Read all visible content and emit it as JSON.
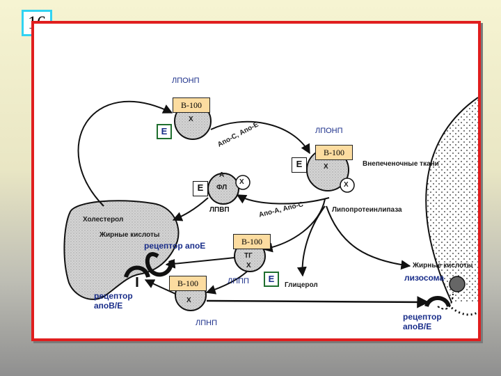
{
  "slide_number": "16",
  "labels": {
    "vldl_top": "ЛПОНП",
    "vldl_right": "ЛПОНП",
    "idl": "ЛППП",
    "ldl": "ЛПНП",
    "hdl": "ЛПВП",
    "apoe_receptor": "рецептор апоЕ",
    "apobe_receptor_left": "рецептор\nапоB/E",
    "apobe_receptor_right": "рецептор\nапоB/E",
    "lysosome": "лизосома",
    "b100": "B-100",
    "e": "E"
  },
  "scan_text": {
    "cholesterol": "Холестерол",
    "fatty_acids_liver": "Жирные кислоты",
    "extrahepatic": "Внепеченочные ткани",
    "lipoprotein_lipase": "Липопротеинлипаза",
    "fatty_acids_right": "Жирные кислоты",
    "glycerol": "Глицерол",
    "apo_c_e": "Апо-С, Апо-Е",
    "apo_a_c": "Апо-А,  Апо-С",
    "x": "Х",
    "fl": "ФЛ",
    "a": "А",
    "tg": "ТГ"
  },
  "colors": {
    "frame_border": "#e01e1e",
    "slide_number_border": "#32d3f2",
    "label_text": "#1a2e8a",
    "b100_fill": "#fcdca0",
    "e_box_border": "#1e6e2e"
  }
}
